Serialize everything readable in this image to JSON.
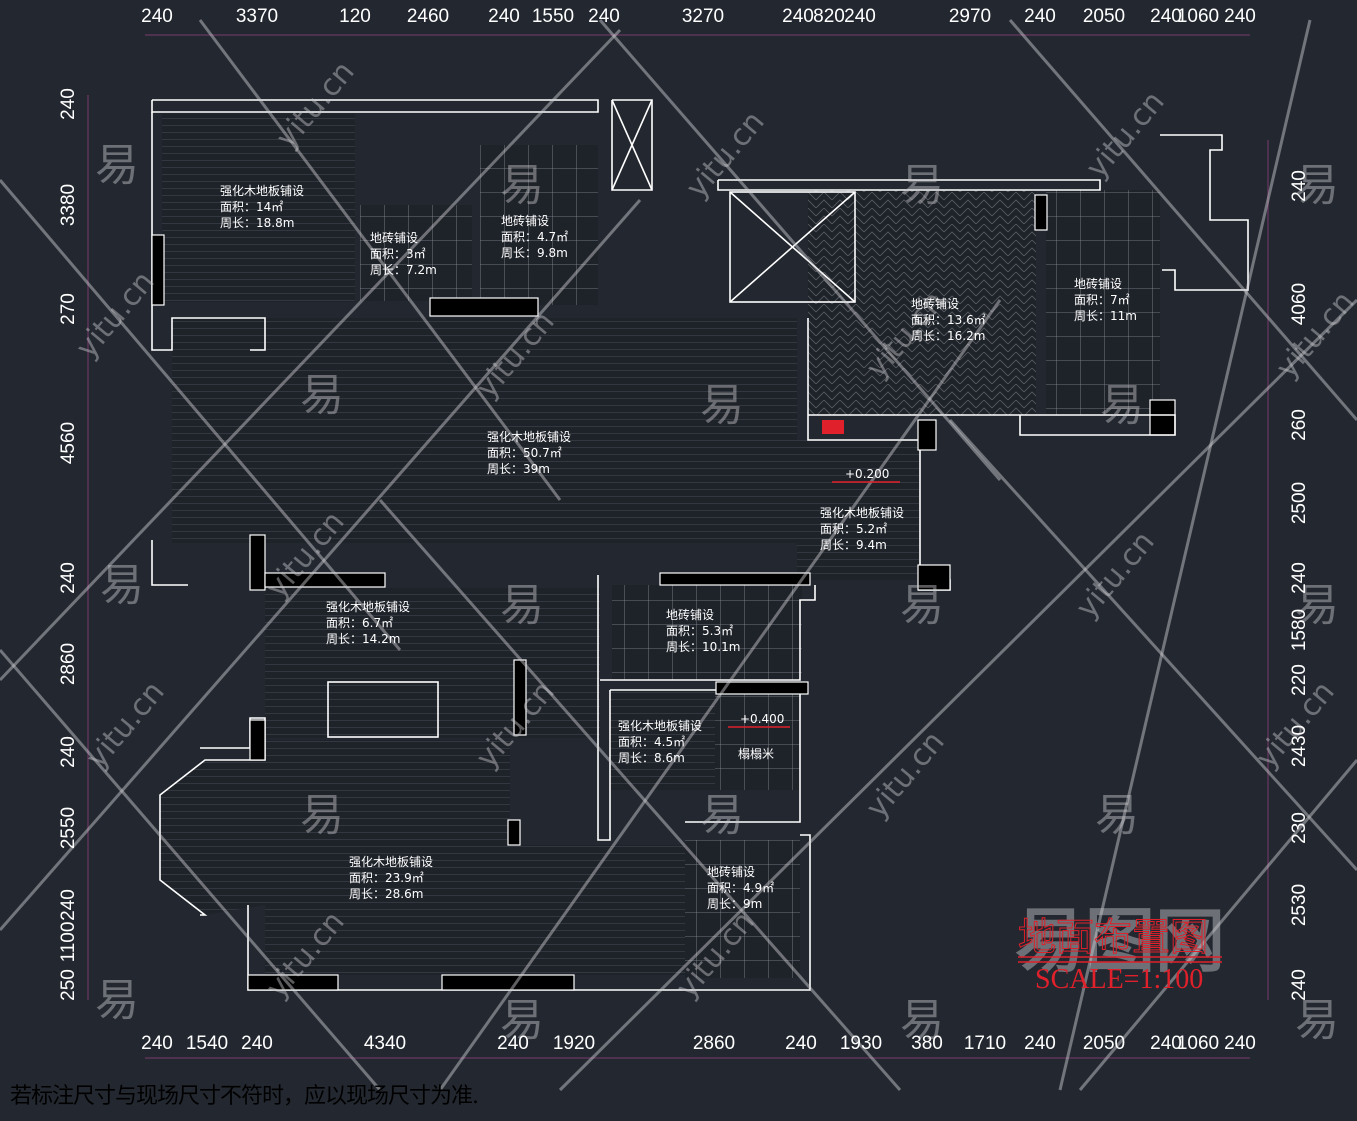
{
  "dimensions": {
    "top": [
      "240",
      "3370",
      "120",
      "2460",
      "240",
      "1550",
      "240",
      "3270",
      "240",
      "820",
      "240",
      "2970",
      "240",
      "2050",
      "240",
      "1060",
      "240"
    ],
    "bottom": [
      "240",
      "1540",
      "240",
      "4340",
      "240",
      "1920",
      "2860",
      "240",
      "1930",
      "380",
      "1710",
      "240",
      "2050",
      "240",
      "1060",
      "240"
    ],
    "left": [
      "240",
      "3380",
      "270",
      "4560",
      "240",
      "2860",
      "240",
      "2550",
      "240",
      "1100",
      "250"
    ],
    "right": [
      "240",
      "4060",
      "260",
      "2500",
      "240",
      "1580",
      "220",
      "2430",
      "230",
      "2530",
      "240"
    ]
  },
  "rooms": [
    {
      "type": "强化木地板铺设",
      "area": "面积：14㎡",
      "perimeter": "周长：18.8m"
    },
    {
      "type": "地砖铺设",
      "area": "面积：3㎡",
      "perimeter": "周长：7.2m"
    },
    {
      "type": "地砖铺设",
      "area": "面积：4.7㎡",
      "perimeter": "周长：9.8m"
    },
    {
      "type": "地砖铺设",
      "area": "面积：13.6㎡",
      "perimeter": "周长：16.2m"
    },
    {
      "type": "地砖铺设",
      "area": "面积：7㎡",
      "perimeter": "周长：11m"
    },
    {
      "type": "强化木地板铺设",
      "area": "面积：50.7㎡",
      "perimeter": "周长：39m"
    },
    {
      "type": "强化木地板铺设",
      "area": "面积：5.2㎡",
      "perimeter": "周长：9.4m"
    },
    {
      "type": "强化木地板铺设",
      "area": "面积：6.7㎡",
      "perimeter": "周长：14.2m"
    },
    {
      "type": "地砖铺设",
      "area": "面积：5.3㎡",
      "perimeter": "周长：10.1m"
    },
    {
      "type": "强化木地板铺设",
      "area": "面积：4.5㎡",
      "perimeter": "周长：8.6m"
    },
    {
      "type": "强化木地板铺设",
      "area": "面积：23.9㎡",
      "perimeter": "周长：28.6m"
    },
    {
      "type": "地砖铺设",
      "area": "面积：4.9㎡",
      "perimeter": "周长：9m"
    }
  ],
  "elevations": [
    "+0.200",
    "+0.400"
  ],
  "tatami_label": "榻榻米",
  "title": "地面布置图",
  "scale": "SCALE=1:100",
  "note": "若标注尺寸与现场尺寸不符时，应以现场尺寸为准.",
  "watermark": {
    "logo": "易图网",
    "site": "yitu.cn",
    "mark": "易"
  },
  "colors": {
    "background": "#232830",
    "title_red": "#e0202a",
    "dim_line": "#7a3a6e"
  }
}
